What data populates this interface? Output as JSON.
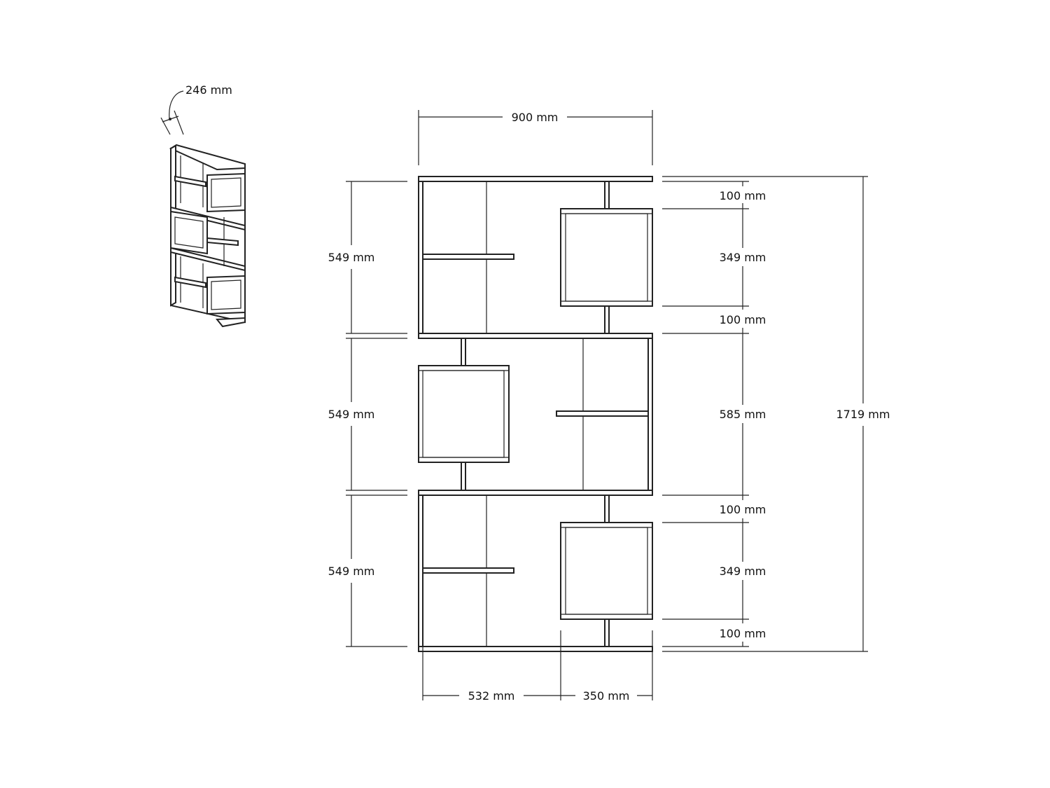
{
  "colors": {
    "line": "#222222",
    "background": "#ffffff"
  },
  "dimensions": {
    "depth": "246 mm",
    "width_total": "900 mm",
    "height_total": "1719 mm",
    "module_1_height": "549 mm",
    "module_2_height": "549 mm",
    "module_3_height": "549 mm",
    "right_100_1": "100 mm",
    "right_349_1": "349 mm",
    "right_100_2": "100 mm",
    "right_585": "585 mm",
    "right_100_3": "100 mm",
    "right_349_2": "349 mm",
    "right_100_4": "100 mm",
    "bottom_532": "532 mm",
    "bottom_350": "350 mm"
  }
}
